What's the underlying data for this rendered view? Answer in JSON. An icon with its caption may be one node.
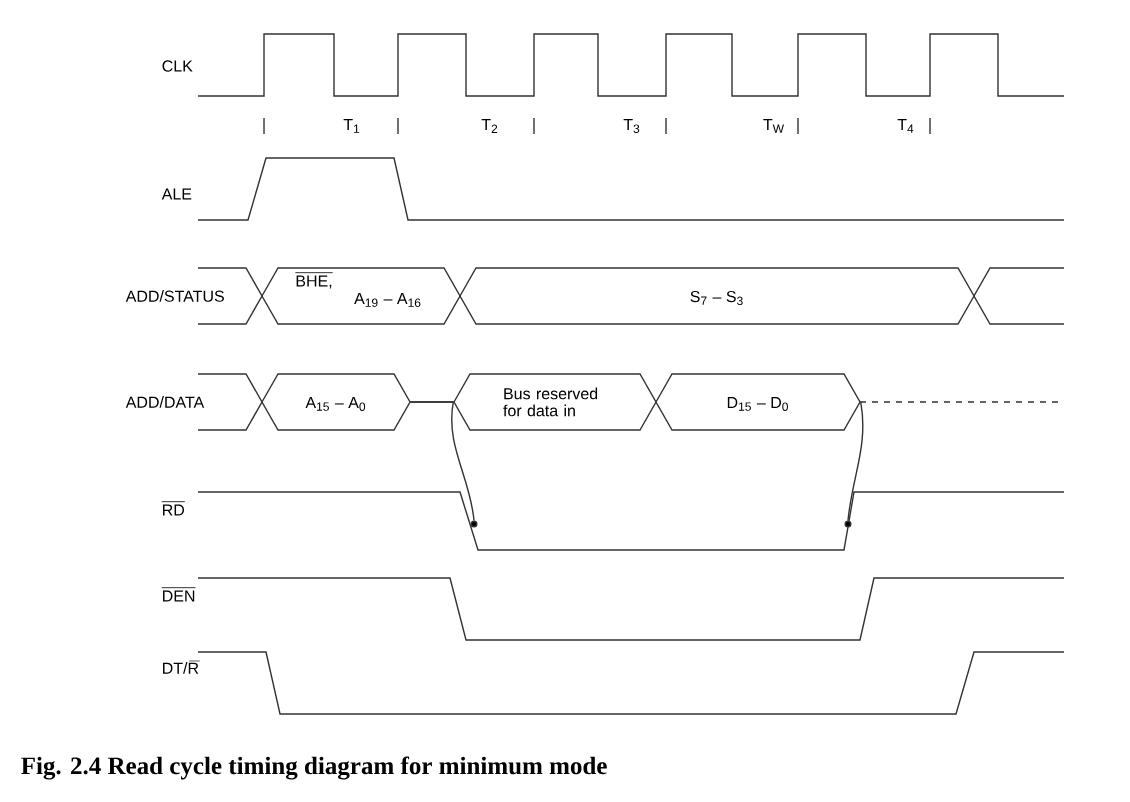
{
  "diagram": {
    "caption": "Fig. 2.4  Read cycle timing diagram for minimum mode",
    "nodes": [
      {
        "text": [
          "BHE,",
          "A$_{19}$ – A$_{16}$"
        ]
      },
      {
        "text": [
          "S$_{7}$ – S$_{3}$"
        ]
      },
      {
        "text": [
          "A$_{15}$ – A$_{0}$"
        ]
      },
      {
        "text": [
          "Bus reserved for data in"
        ]
      },
      {
        "text": [
          "D$_{15}$ – D$_{0}$"
        ]
      },
      {
        "text": [],
        "shape": "circle"
      },
      {
        "text": [],
        "shape": "circle"
      }
    ],
    "edges": [
      {
        "from": 3,
        "to": 5,
        "arrow": "none"
      },
      {
        "from": 4,
        "to": 6,
        "arrow": "none"
      },
      {
        "from": 2,
        "to": 3,
        "arrow": "none"
      }
    ],
    "labels": [
      "CLK",
      "T$_{1}$",
      "T$_{2}$",
      "T$_{3}$",
      "T$_{W}$",
      "T$_{4}$",
      "ALE",
      "ADD/STATUS",
      "ADD/DATA",
      "RD",
      "DEN",
      "DT/R"
    ]
  }
}
